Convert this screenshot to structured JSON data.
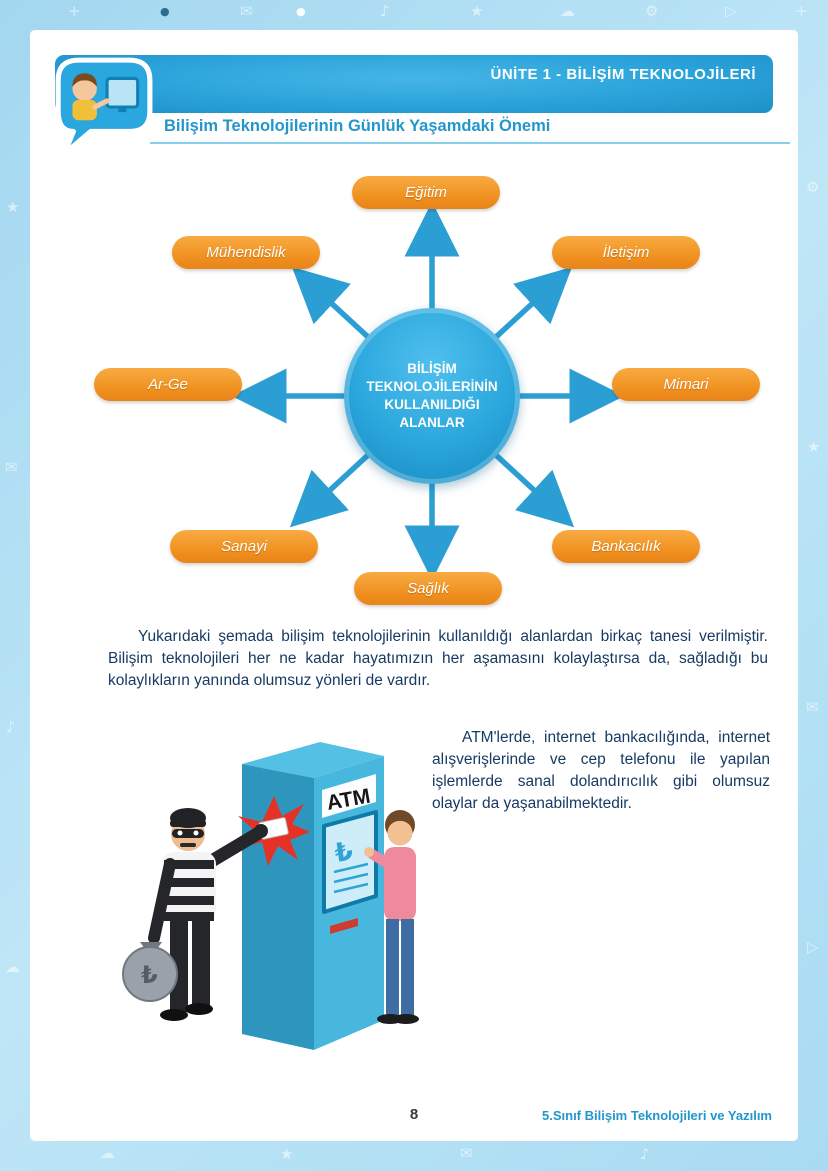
{
  "header": {
    "unit_title": "ÜNİTE 1 - BİLİŞİM TEKNOLOJİLERİ",
    "section_title": "Bilişim Teknolojilerinin Günlük Yaşamdaki Önemi"
  },
  "diagram": {
    "center": {
      "lines": [
        "BİLİŞİM",
        "TEKNOLOJİLERİNİN",
        "KULLANILDIĞI",
        "ALANLAR"
      ]
    },
    "nodes": [
      {
        "label": "Eğitim"
      },
      {
        "label": "Mühendislik"
      },
      {
        "label": "İletişim"
      },
      {
        "label": "Ar-Ge"
      },
      {
        "label": "Mimari"
      },
      {
        "label": "Sanayi"
      },
      {
        "label": "Bankacılık"
      },
      {
        "label": "Sağlık"
      }
    ]
  },
  "paragraphs": {
    "intro": "Yukarıdaki şemada bilişim teknolojilerinin kullanıldığı alanlardan birkaç tanesi verilmiştir. Bilişim teknolojileri her ne kadar hayatımızın her aşamasını kolaylaştırsa da, sağladığı bu kolaylıkların yanında olumsuz yönleri de vardır.",
    "atm": "ATM'lerde, internet bankacılığında, internet alışverişlerinde ve cep telefonu ile yapılan işlemlerde sanal dolandırıcılık gibi olumsuz olaylar da yaşanabilmektedir."
  },
  "illustration": {
    "atm_label": "ATM",
    "currency_symbol": "₺"
  },
  "footer": {
    "page_number": "8",
    "book_title": "5.Sınıf Bilişim Teknolojileri ve Yazılım"
  },
  "colors": {
    "accent_blue": "#2aa3da",
    "accent_orange": "#ef8e1d",
    "border_blue": "#aeddf4",
    "text_navy": "#173a63"
  },
  "decor": {
    "glyphs": [
      "+",
      "●",
      "✉",
      "♪",
      "★",
      "☁",
      "⚙",
      "▷"
    ]
  }
}
